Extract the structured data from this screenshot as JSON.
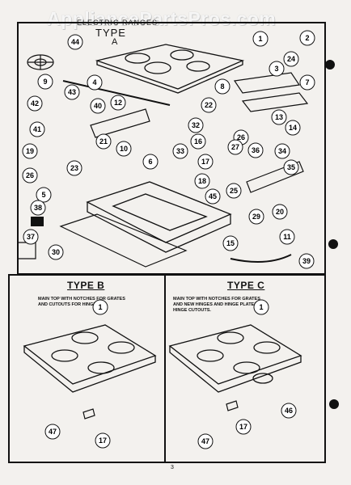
{
  "watermark": "AppliancePartsPros.com",
  "header_text": "ELECTRIC RANGES",
  "type_a": {
    "label": "TYPE",
    "letter": "A"
  },
  "type_b": {
    "label": "TYPE B",
    "note": "MAIN TOP WITH NOTCHES FOR GRATES AND CUTOUTS FOR HINGES."
  },
  "type_c": {
    "label": "TYPE C",
    "note": "MAIN TOP WITH NOTCHES FOR GRATES AND NEW HINGES AND HINGE PLATES. NO HINGE CUTOUTS."
  },
  "page_number": "3",
  "callouts_a": [
    "44",
    "9",
    "43",
    "4",
    "1",
    "2",
    "24",
    "3",
    "7",
    "42",
    "40",
    "12",
    "22",
    "8",
    "41",
    "21",
    "32",
    "16",
    "26",
    "14",
    "13",
    "19",
    "10",
    "33",
    "27",
    "36",
    "34",
    "26",
    "23",
    "6",
    "17",
    "35",
    "5",
    "18",
    "45",
    "25",
    "20",
    "38",
    "29",
    "11",
    "37",
    "30",
    "15",
    "39"
  ],
  "callouts_b": [
    "1",
    "47",
    "17"
  ],
  "callouts_c": [
    "1",
    "46",
    "17",
    "47"
  ]
}
